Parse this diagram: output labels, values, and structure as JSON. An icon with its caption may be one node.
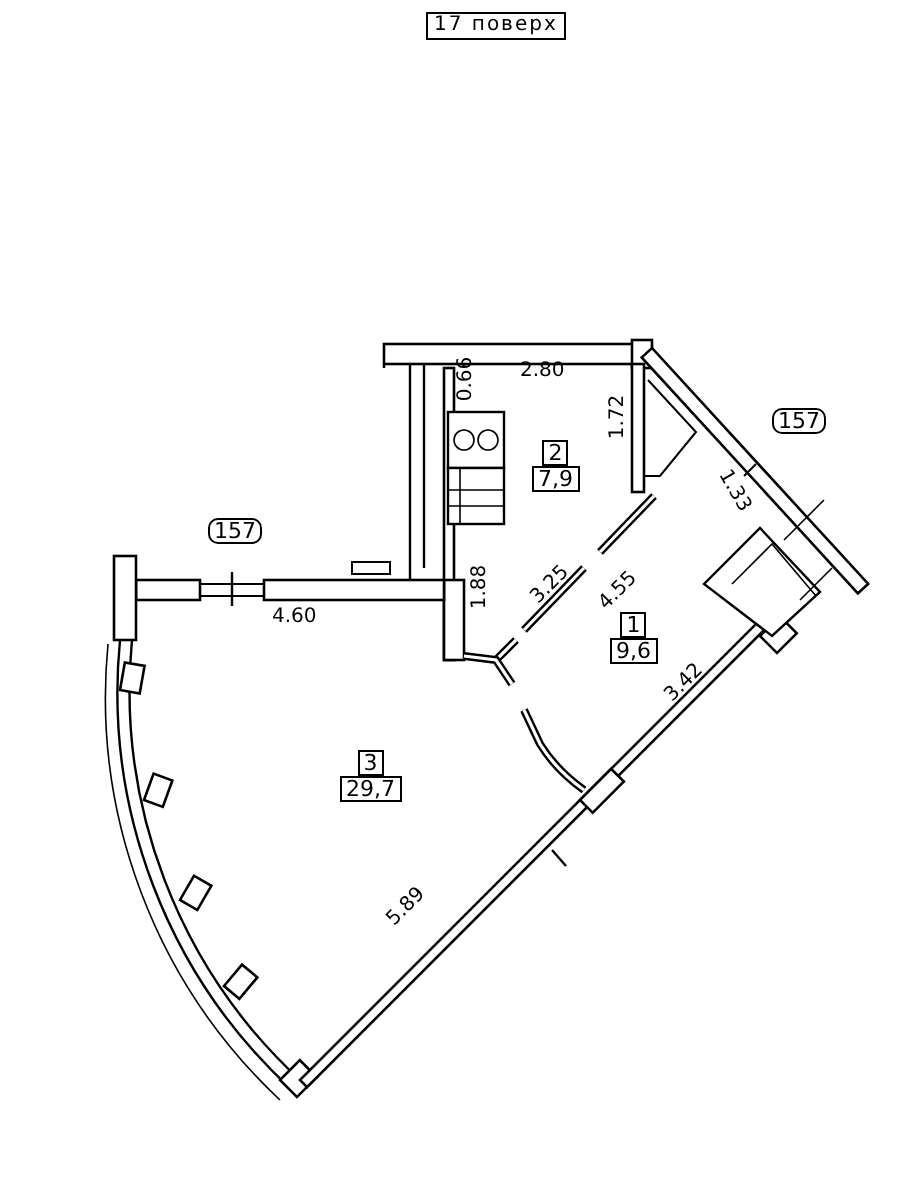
{
  "diagram": {
    "title": "17 поверх",
    "nodes": [
      {
        "text": [
          "157"
        ]
      },
      {
        "text": [
          "2",
          "7,9"
        ]
      },
      {
        "text": [
          "157"
        ]
      },
      {
        "text": [
          "1",
          "9,6"
        ]
      },
      {
        "text": [
          "3",
          "29,7"
        ]
      }
    ],
    "labels": [
      "0.66",
      "2.80",
      "1.72",
      "1.33",
      "3.25",
      "4.55",
      "1.88",
      "4.60",
      "3.42",
      "5.89"
    ]
  }
}
